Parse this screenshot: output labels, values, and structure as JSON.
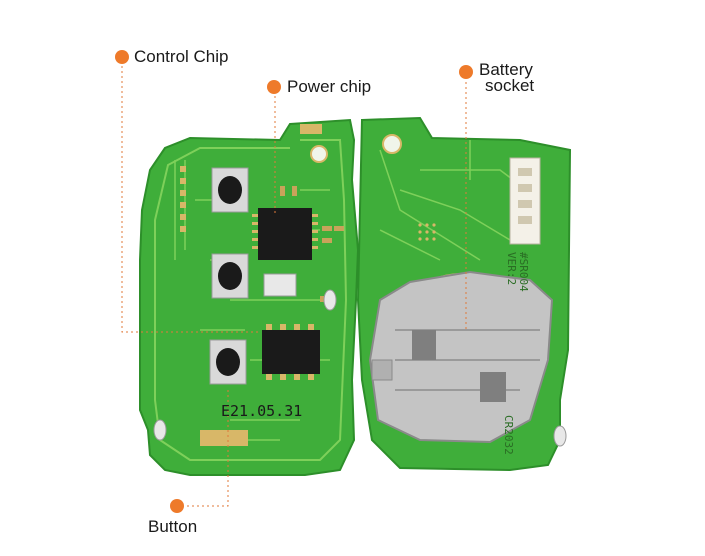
{
  "labels": {
    "control_chip": "Control Chip",
    "power_chip": "Power chip",
    "battery_socket_line1": "Battery",
    "battery_socket_line2": "socket",
    "button": "Button"
  },
  "pcb_text": {
    "date_code": "E21.05.31",
    "board_id": "#SR004",
    "version": "VER:2",
    "battery_code": "CR2032"
  },
  "colors": {
    "pcb_green": "#3fae3a",
    "pcb_dark": "#2d8f2a",
    "trace": "#7ed05a",
    "pad_gold": "#d8b768",
    "callout": "#ee7a2a"
  }
}
